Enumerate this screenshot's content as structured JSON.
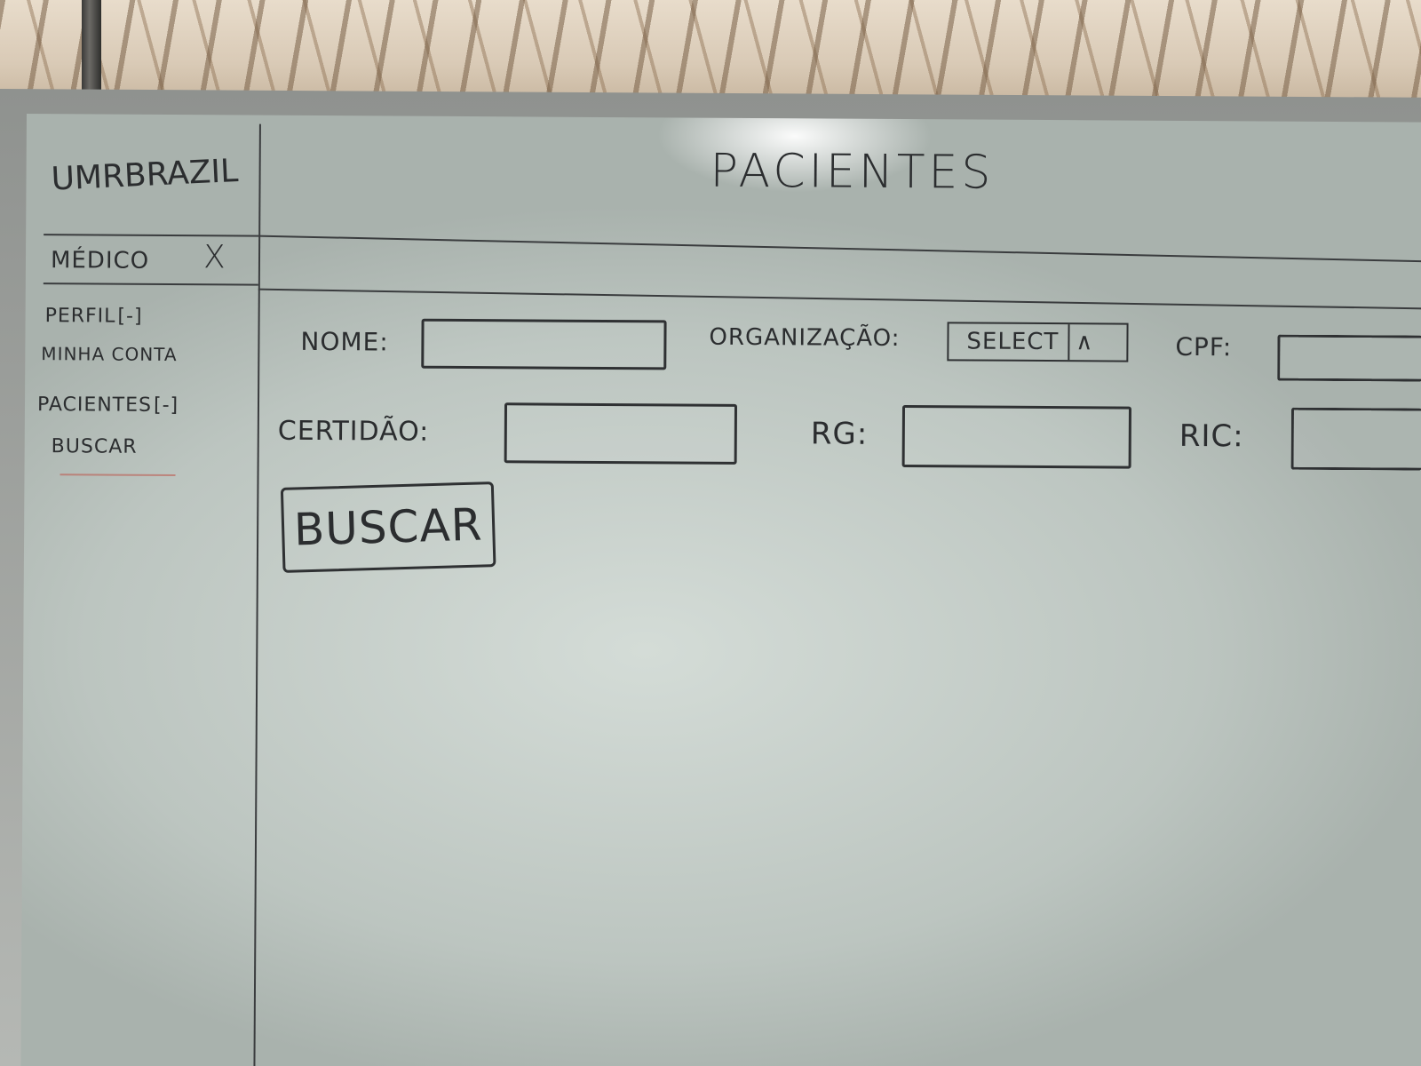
{
  "app": {
    "logo_text": "UMRBRAZIL"
  },
  "user": {
    "role_label": "MÉDICO",
    "logout_symbol": "X"
  },
  "sidebar": {
    "items": [
      {
        "label": "PERFIL",
        "toggle": "[-]"
      },
      {
        "label": "MINHA CONTA"
      },
      {
        "label": "PACIENTES",
        "toggle": "[-]"
      },
      {
        "label": "BUSCAR"
      }
    ]
  },
  "page": {
    "title": "PACIENTES"
  },
  "form": {
    "nome_label": "NOME:",
    "organizacao_label": "ORGANIZAÇÃO:",
    "organizacao_select_value": "SELECT",
    "organizacao_select_icon": "chevron-up-icon",
    "cpf_label": "CPF:",
    "certidao_label": "CERTIDÃO:",
    "rg_label": "RG:",
    "ric_label": "RIC:",
    "search_button_label": "BUSCAR"
  }
}
